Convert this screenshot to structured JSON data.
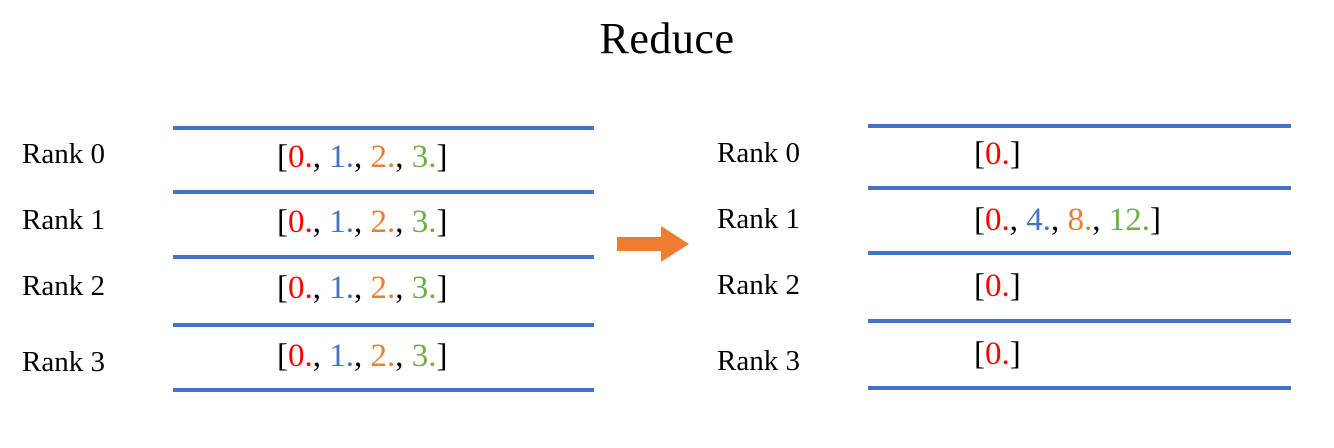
{
  "title": "Reduce",
  "colors": {
    "rule": "#4472C4",
    "arrow": "#ED7D31",
    "index0": "#FF0000",
    "index1": "#4472C4",
    "index2": "#ED7D31",
    "index3": "#70AD47",
    "text": "#000000",
    "background": "#FFFFFF"
  },
  "arrow": {
    "direction": "right",
    "name": "reduce-operation-arrow"
  },
  "before": {
    "caption": "",
    "rows": [
      {
        "rank_label": "Rank 0",
        "open": "[",
        "close": "]",
        "items": [
          {
            "num": "0.",
            "color_key": "index0"
          },
          {
            "num": "1.",
            "color_key": "index1"
          },
          {
            "num": "2.",
            "color_key": "index2"
          },
          {
            "num": "3.",
            "color_key": "index3"
          }
        ],
        "separator": ", ",
        "text": "[0., 1., 2., 3.]"
      },
      {
        "rank_label": "Rank 1",
        "open": "[",
        "close": "]",
        "items": [
          {
            "num": "0.",
            "color_key": "index0"
          },
          {
            "num": "1.",
            "color_key": "index1"
          },
          {
            "num": "2.",
            "color_key": "index2"
          },
          {
            "num": "3.",
            "color_key": "index3"
          }
        ],
        "separator": ", ",
        "text": "[0., 1., 2., 3.]"
      },
      {
        "rank_label": "Rank 2",
        "open": "[",
        "close": "]",
        "items": [
          {
            "num": "0.",
            "color_key": "index0"
          },
          {
            "num": "1.",
            "color_key": "index1"
          },
          {
            "num": "2.",
            "color_key": "index2"
          },
          {
            "num": "3.",
            "color_key": "index3"
          }
        ],
        "separator": ", ",
        "text": "[0., 1., 2., 3.]"
      },
      {
        "rank_label": "Rank 3",
        "open": "[",
        "close": "]",
        "items": [
          {
            "num": "0.",
            "color_key": "index0"
          },
          {
            "num": "1.",
            "color_key": "index1"
          },
          {
            "num": "2.",
            "color_key": "index2"
          },
          {
            "num": "3.",
            "color_key": "index3"
          }
        ],
        "separator": ", ",
        "text": "[0., 1., 2., 3.]"
      }
    ]
  },
  "after": {
    "caption": "",
    "rows": [
      {
        "rank_label": "Rank 0",
        "open": "[",
        "close": "]",
        "items": [
          {
            "num": "0.",
            "color_key": "index0"
          }
        ],
        "separator": ", ",
        "text": "[0.]"
      },
      {
        "rank_label": "Rank 1",
        "open": "[",
        "close": "]",
        "items": [
          {
            "num": "0.",
            "color_key": "index0"
          },
          {
            "num": "4.",
            "color_key": "index1"
          },
          {
            "num": "8.",
            "color_key": "index2"
          },
          {
            "num": "12.",
            "color_key": "index3"
          }
        ],
        "separator": ", ",
        "text": "[0., 4., 8., 12.]"
      },
      {
        "rank_label": "Rank 2",
        "open": "[",
        "close": "]",
        "items": [
          {
            "num": "0.",
            "color_key": "index0"
          }
        ],
        "separator": ", ",
        "text": "[0.]"
      },
      {
        "rank_label": "Rank 3",
        "open": "[",
        "close": "]",
        "items": [
          {
            "num": "0.",
            "color_key": "index0"
          }
        ],
        "separator": ", ",
        "text": "[0.]"
      }
    ]
  }
}
